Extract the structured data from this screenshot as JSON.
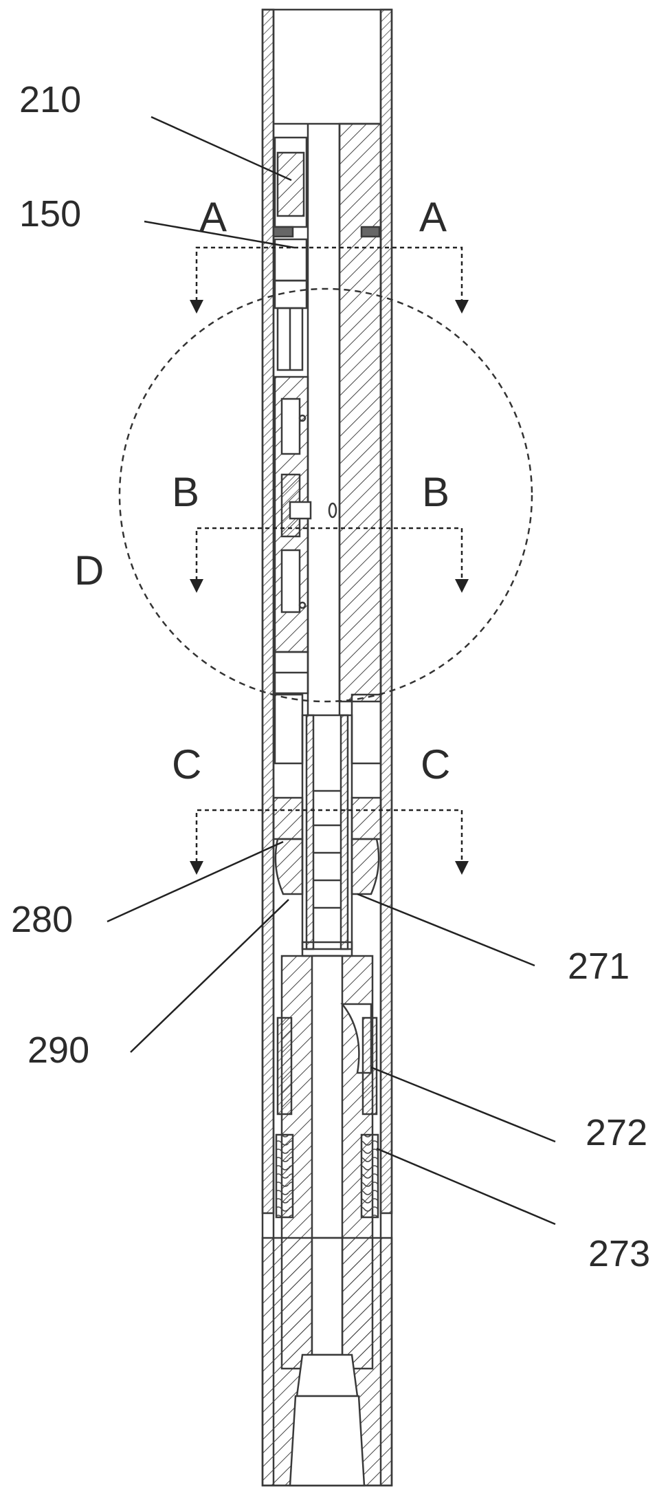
{
  "figure": {
    "stroke_color": "#3a3a3a",
    "background": "#ffffff",
    "section_markers": [
      "A",
      "B",
      "C"
    ],
    "detail_marker": "D",
    "labels": {
      "l210": "210",
      "l150": "150",
      "l280": "280",
      "l290": "290",
      "l271": "271",
      "l272": "272",
      "l273": "273",
      "a_left": "A",
      "a_right": "A",
      "b_left": "B",
      "b_right": "B",
      "c_left": "C",
      "c_right": "C",
      "d": "D"
    }
  }
}
